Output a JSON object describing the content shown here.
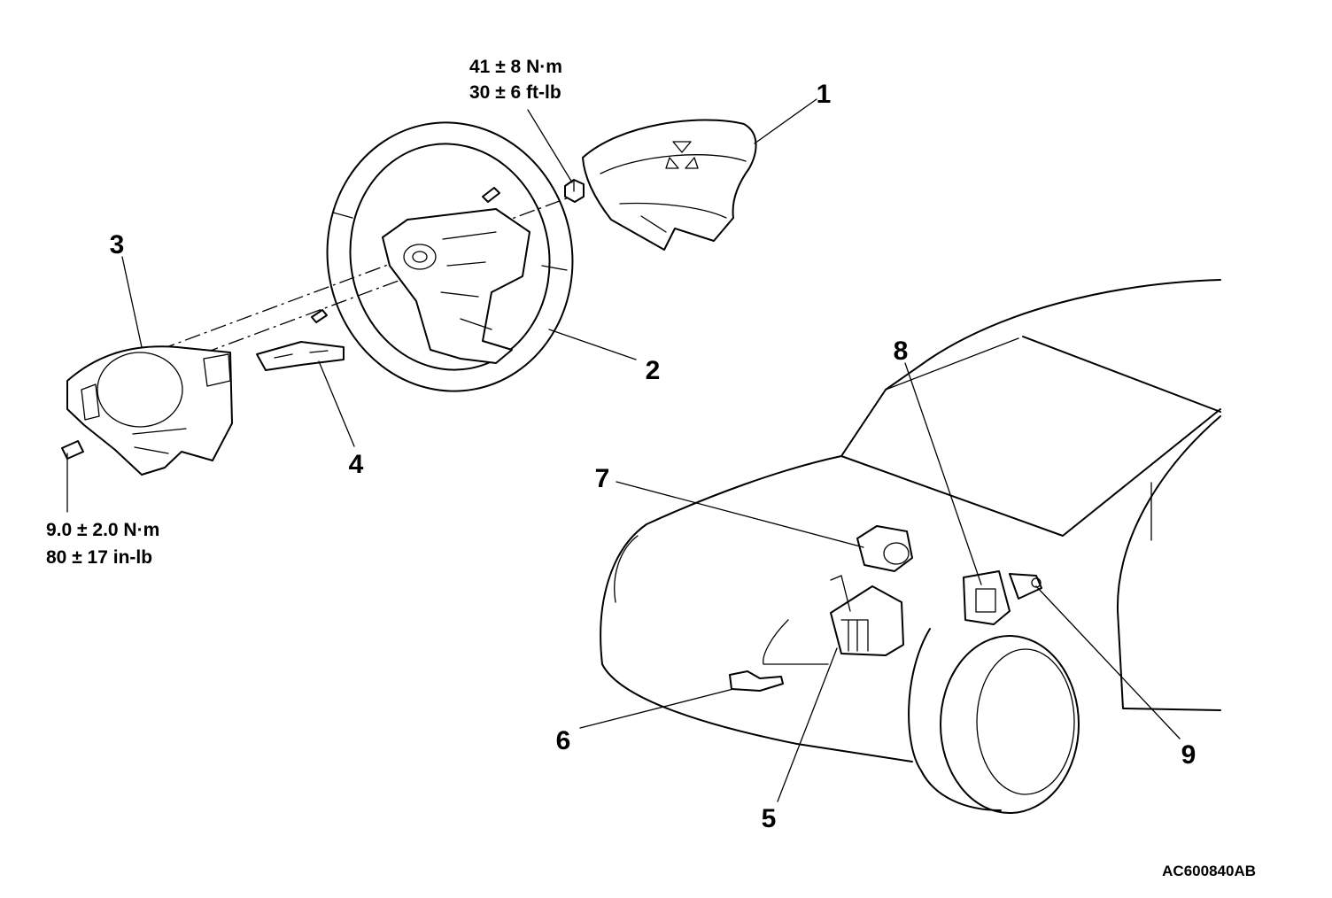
{
  "torque_nut": {
    "line1": "41 ± 8 N·m",
    "line2": "30 ± 6 ft-lb"
  },
  "torque_bolt": {
    "line1": "9.0 ± 2.0 N·m",
    "line2": "80 ± 17 in-lb"
  },
  "callouts": {
    "c1": "1",
    "c2": "2",
    "c3": "3",
    "c4": "4",
    "c5": "5",
    "c6": "6",
    "c7": "7",
    "c8": "8",
    "c9": "9"
  },
  "figure_code": "AC600840AB"
}
